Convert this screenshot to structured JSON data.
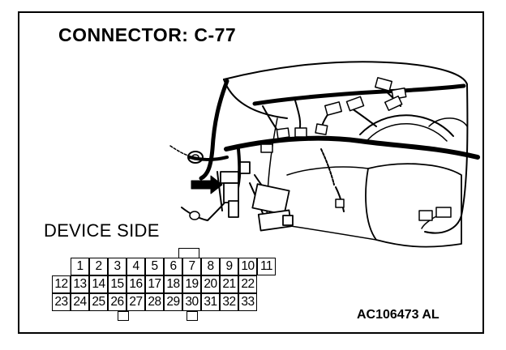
{
  "title": "CONNECTOR: C-77",
  "device_label": "DEVICE SIDE",
  "figure_code": "AC106473 AL",
  "connector": {
    "rows": [
      [
        "",
        "1",
        "2",
        "3",
        "4",
        "5",
        "6",
        "7",
        "8",
        "9",
        "10",
        "11"
      ],
      [
        "12",
        "13",
        "14",
        "15",
        "16",
        "17",
        "18",
        "19",
        "20",
        "21",
        "22",
        ""
      ],
      [
        "23",
        "24",
        "25",
        "26",
        "27",
        "28",
        "29",
        "30",
        "31",
        "32",
        "33",
        ""
      ]
    ]
  },
  "icons": {
    "pointer": "arrow-right-icon"
  },
  "colors": {
    "ink": "#000000",
    "paper": "#ffffff"
  }
}
